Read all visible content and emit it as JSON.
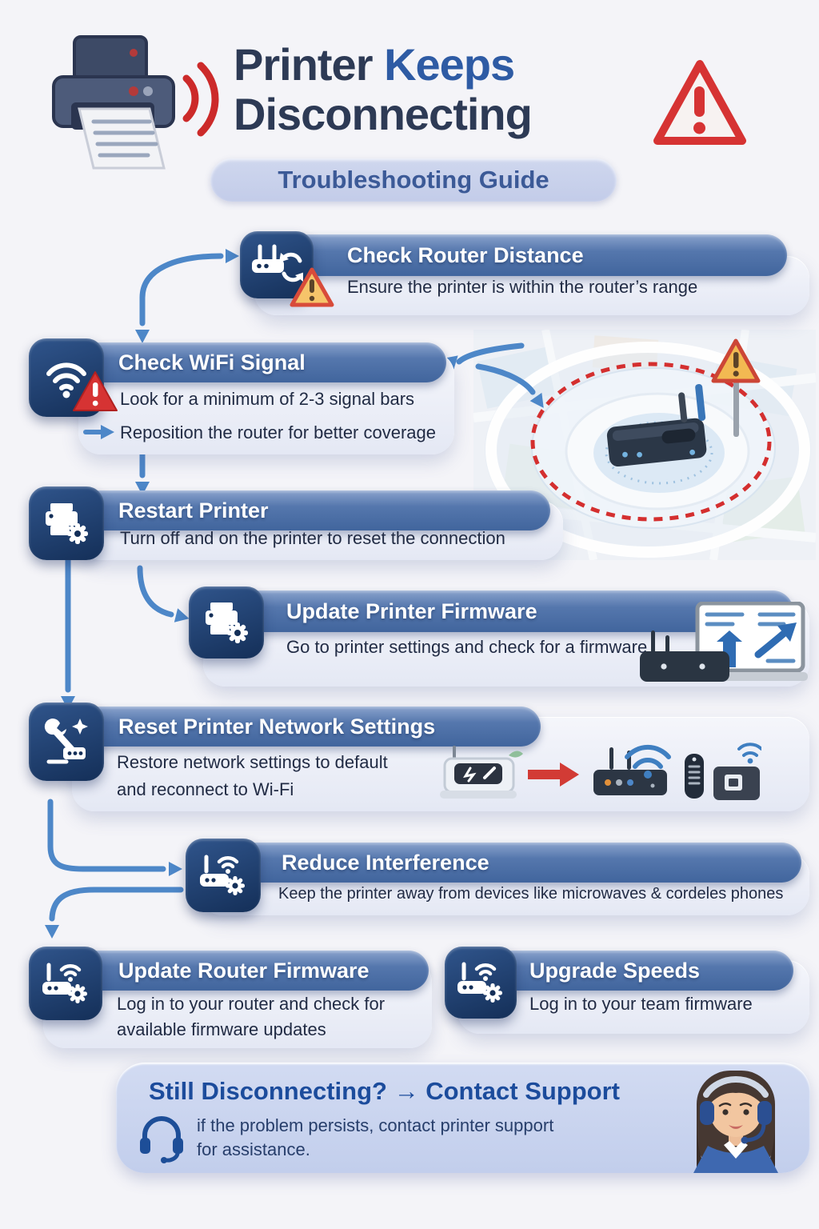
{
  "header": {
    "title_part1": "Printer",
    "title_part2": "Keeps",
    "title_line2": "Disconnecting",
    "subtitle": "Troubleshooting Guide"
  },
  "steps": [
    {
      "title": "Check Router Distance",
      "lines": [
        "Ensure the printer is within the router’s range"
      ]
    },
    {
      "title": "Check WiFi Signal",
      "lines": [
        "Look for a minimum of 2-3 signal bars",
        "Reposition the router for better coverage"
      ]
    },
    {
      "title": "Restart Printer",
      "lines": [
        "Turn off and on the printer to reset the connection"
      ]
    },
    {
      "title": "Update Printer Firmware",
      "lines": [
        "Go to printer settings and check for a firmware"
      ]
    },
    {
      "title": "Reset Printer Network Settings",
      "lines": [
        "Restore network settings to default",
        "and reconnect to Wi-Fi"
      ]
    },
    {
      "title": "Reduce Interference",
      "lines": [
        "Keep the printer away from devices like microwaves & cordeles phones"
      ]
    },
    {
      "title": "Update Router Firmware",
      "lines": [
        "Log in to your router and check for",
        "available firmware updates"
      ]
    },
    {
      "title": "Upgrade Speeds",
      "lines": [
        "Log in to your team firmware"
      ]
    }
  ],
  "footer": {
    "title": "Still Disconnecting? → Contact Support",
    "line1": "if the problem persists, contact printer support",
    "line2": "for assistance."
  },
  "icons": {
    "logo": "printer-wifi-icon",
    "header_alert": "warning-triangle-icon",
    "step1": "router-refresh-icon",
    "step2": "wifi-signal-icon",
    "step3": "printer-gear-icon",
    "step4": "printer-gear-icon",
    "step5": "wrench-settings-icon",
    "step6": "router-wifi-gear-icon",
    "step7": "router-wifi-gear-icon",
    "step8": "router-wifi-gear-icon",
    "footer": "headset-icon"
  },
  "colors": {
    "bar_blue": "#5577ad",
    "tile_navy": "#142f58",
    "accent_blue": "#2e5ba4",
    "arrow_blue": "#4d87c8",
    "alert_red": "#d63333",
    "warn_orange": "#f2b952",
    "pill_bg": "#c9d2ec",
    "footer_bg": "#c9d4ee",
    "body_text": "#212b44",
    "title_navy": "#2d3a55"
  }
}
